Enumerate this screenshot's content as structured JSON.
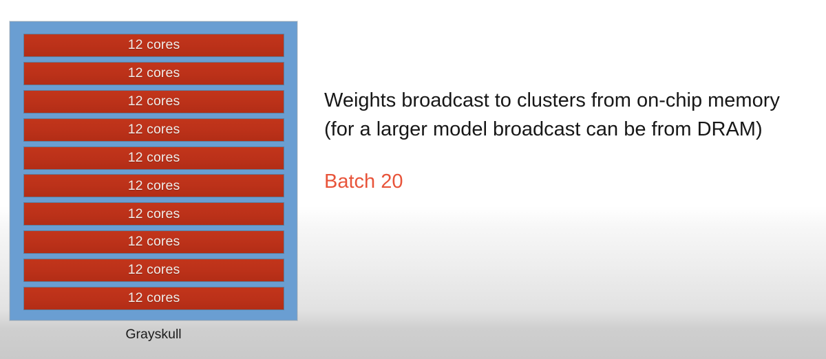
{
  "slide": {
    "background_top_color": "#ffffff",
    "background_bottom_color": "#c9c9c9"
  },
  "chip": {
    "caption": "Grayskull",
    "frame_color": "#6a9ed2",
    "cluster_color": "#bf3319",
    "cluster_count": 10,
    "clusters": [
      {
        "label": "12 cores"
      },
      {
        "label": "12 cores"
      },
      {
        "label": "12 cores"
      },
      {
        "label": "12 cores"
      },
      {
        "label": "12 cores"
      },
      {
        "label": "12 cores"
      },
      {
        "label": "12 cores"
      },
      {
        "label": "12 cores"
      },
      {
        "label": "12 cores"
      },
      {
        "label": "12 cores"
      }
    ]
  },
  "notes": {
    "lines": [
      "Weights broadcast to clusters from on-chip memory",
      "(for a larger model broadcast can be from DRAM)"
    ],
    "batch": {
      "label": "Batch 20",
      "color": "#e8543a"
    }
  }
}
